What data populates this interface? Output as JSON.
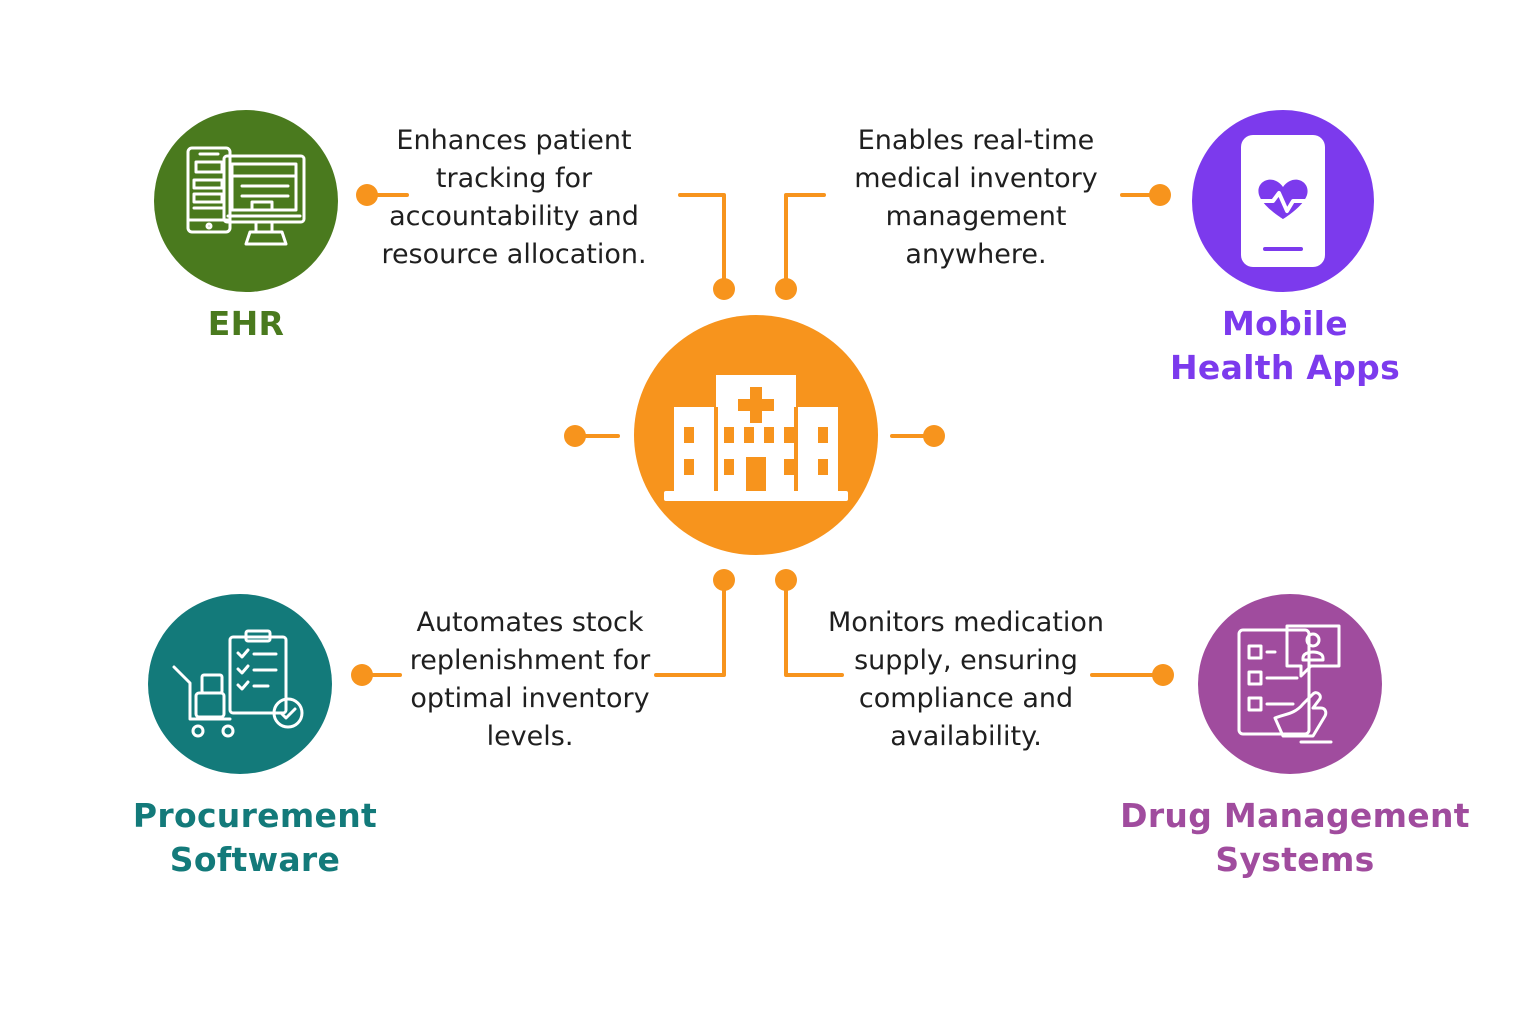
{
  "colors": {
    "connector": "#f7941d",
    "hub": "#f7941d",
    "ehr": "#4a7a1e",
    "mobile": "#7c3aed",
    "procurement": "#137a7a",
    "drug": "#a04c9e",
    "icon_stroke": "#ffffff",
    "text": "#1f1f1f"
  },
  "hub": {
    "icon": "hospital-icon"
  },
  "nodes": {
    "ehr": {
      "title": [
        "EHR"
      ],
      "icon": "monitor-phone-icon",
      "description": [
        "Enhances patient",
        "tracking for",
        "accountability and",
        "resource allocation."
      ]
    },
    "mobile": {
      "title": [
        "Mobile",
        "Health Apps"
      ],
      "icon": "phone-heart-icon",
      "description": [
        "Enables real-time",
        "medical inventory",
        "management",
        "anywhere."
      ]
    },
    "procurement": {
      "title": [
        "Procurement",
        "Software"
      ],
      "icon": "cart-checklist-icon",
      "description": [
        "Automates stock",
        "replenishment for",
        "optimal inventory",
        "levels."
      ]
    },
    "drug": {
      "title": [
        "Drug Management",
        "Systems"
      ],
      "icon": "clipboard-hand-icon",
      "description": [
        "Monitors medication",
        "supply, ensuring",
        "compliance  and",
        "availability."
      ]
    }
  }
}
